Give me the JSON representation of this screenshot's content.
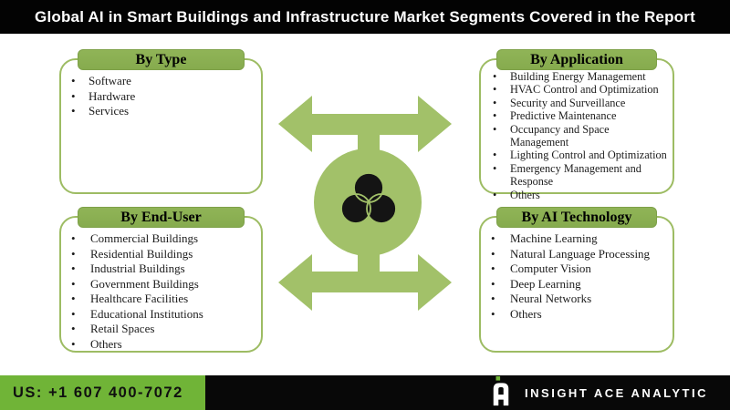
{
  "title": "Global AI in Smart Buildings and Infrastructure Market Segments Covered in the Report",
  "colors": {
    "title_bar": "#030303",
    "pill_green": "#90b457",
    "border_green": "#9dbc63",
    "arrow_green": "#a2c169",
    "footer_green": "#70b437",
    "footer_black": "#080808",
    "text": "#1c1c1c",
    "white": "#ffffff",
    "icon_black": "#141414"
  },
  "boxes": [
    {
      "heading": "By Type",
      "items": [
        "Software",
        "Hardware",
        "Services"
      ]
    },
    {
      "heading": "By Application",
      "items": [
        "Building Energy Management",
        "HVAC Control and Optimization",
        "Security and Surveillance",
        "Predictive Maintenance",
        "Occupancy and Space Management",
        "Lighting Control and Optimization",
        "Emergency Management and Response",
        "Others"
      ]
    },
    {
      "heading": "By End-User",
      "items": [
        "Commercial Buildings",
        "Residential Buildings",
        "Industrial Buildings",
        "Government Buildings",
        "Healthcare Facilities",
        "Educational Institutions",
        "Retail Spaces",
        "Others"
      ]
    },
    {
      "heading": "By AI Technology",
      "items": [
        "Machine Learning",
        "Natural Language Processing",
        "Computer Vision",
        "Deep Learning",
        "Neural Networks",
        "Others"
      ]
    }
  ],
  "center": {
    "icon": "venn-diagram-icon"
  },
  "footer": {
    "phone": "US: +1 607 400-7072",
    "brand": "INSIGHT ACE ANALYTIC"
  }
}
